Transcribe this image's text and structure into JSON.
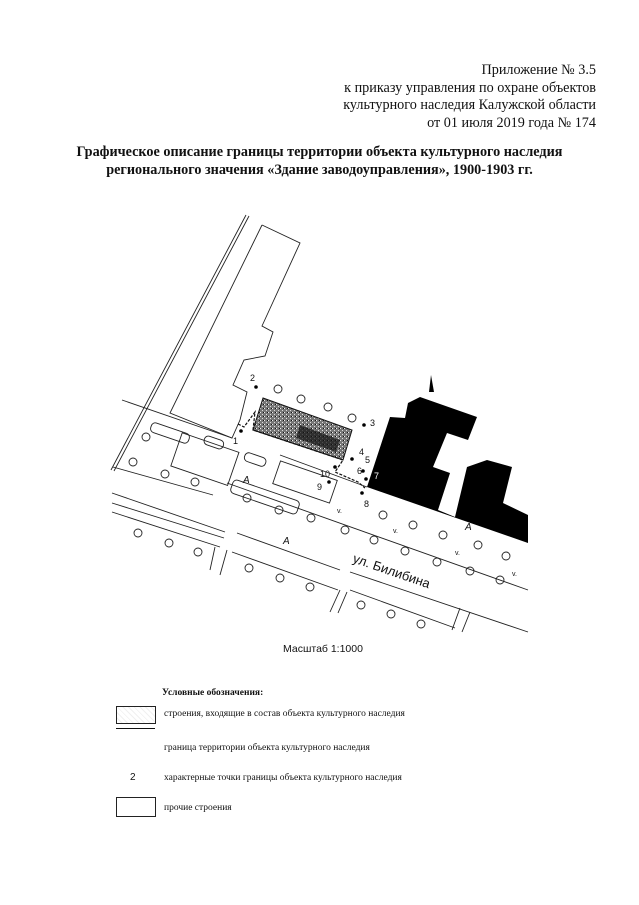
{
  "header": {
    "lines": [
      "Приложение № 3.5",
      "к приказу управления по охране объектов",
      "культурного наследия Калужской области",
      "от 01 июля 2019 года № 174"
    ]
  },
  "title": {
    "line1": "Графическое описание границы территории  объекта культурного наследия",
    "line2": "регионального значения «Здание заводоуправления», 1900-1903 гг."
  },
  "map": {
    "street_name": "ул. Билибина",
    "road_letter": "А",
    "lawn_mark": "v.",
    "points": [
      "1",
      "2",
      "3",
      "4",
      "5",
      "6",
      "7",
      "8",
      "9",
      "10"
    ],
    "colors": {
      "heritage_building": "#555555",
      "other_dark_building": "#000000",
      "lines": "#222222"
    }
  },
  "scale": "Масштаб 1:1000",
  "legend": {
    "title": "Условные обозначения:",
    "items": [
      {
        "text": "строения, входящие в состав объекта культурного наследия"
      },
      {
        "text": "граница территории объекта культурного наследия"
      },
      {
        "symbol": "2",
        "text": "характерные точки границы объекта культурного наследия"
      },
      {
        "text": "прочие строения"
      }
    ]
  }
}
